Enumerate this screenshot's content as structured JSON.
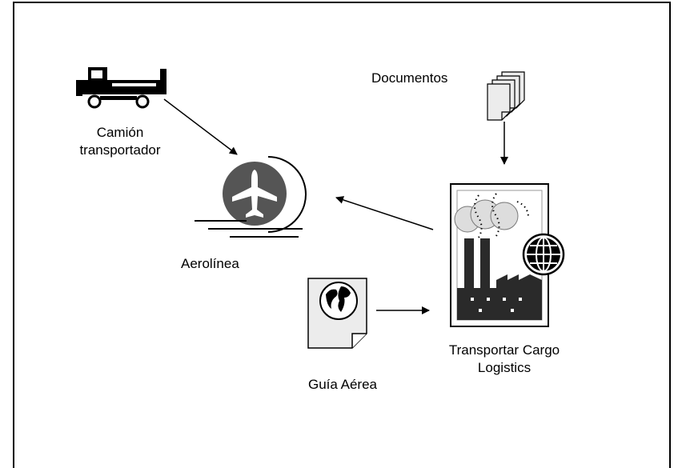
{
  "labels": {
    "documents": "Documentos",
    "truck_line1": "Camión",
    "truck_line2": "transportador",
    "airline": "Aerolínea",
    "air_waybill": "Guía Aérea",
    "company_line1": "Transportar Cargo",
    "company_line2": "Logistics"
  },
  "icons": {
    "truck": "truck-icon",
    "documents": "documents-stack-icon",
    "airline": "airplane-icon",
    "company": "factory-icon",
    "globe": "globe-icon",
    "waybill": "world-map-document-icon"
  },
  "colors": {
    "airplane_disc": "#555555",
    "factory_dark": "#2a2a2a",
    "doc_fill": "#ececec"
  }
}
